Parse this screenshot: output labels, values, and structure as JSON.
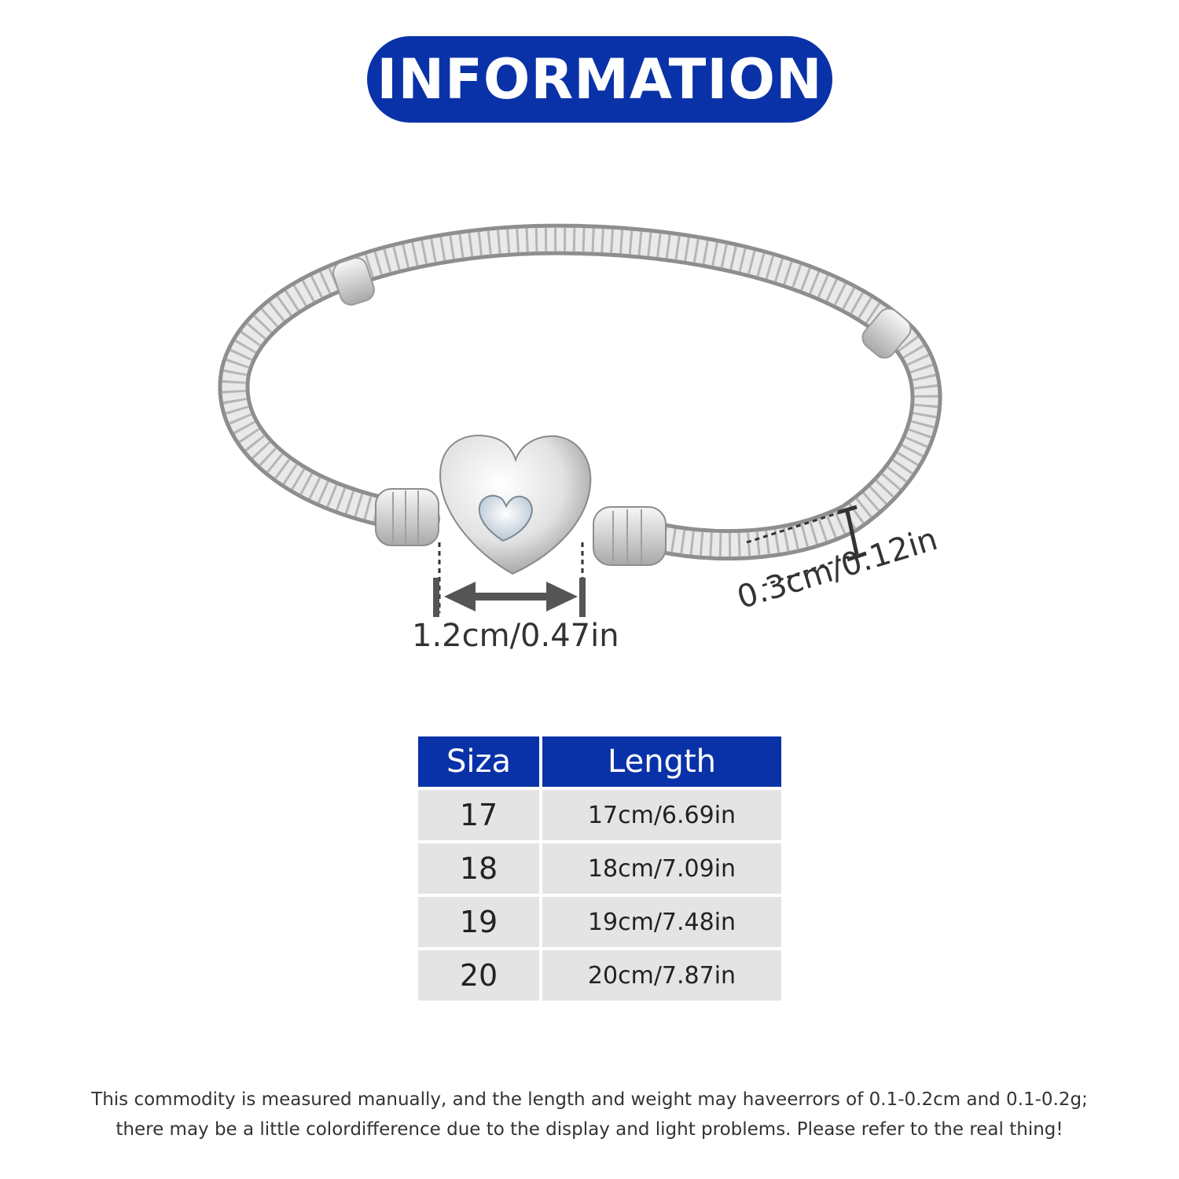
{
  "header": {
    "title": "INFORMATION"
  },
  "dimensions": {
    "clasp_width": "1.2cm/0.47in",
    "chain_thickness": "0.3cm/0.12in"
  },
  "size_table": {
    "headers": [
      "Siza",
      "Length"
    ],
    "rows": [
      {
        "size": "17",
        "length": "17cm/6.69in"
      },
      {
        "size": "18",
        "length": "18cm/7.09in"
      },
      {
        "size": "19",
        "length": "19cm/7.48in"
      },
      {
        "size": "20",
        "length": "20cm/7.87in"
      }
    ]
  },
  "disclaimer": {
    "line1": "This commodity is measured manually, and the length and weight may haveerrors of 0.1-0.2cm and 0.1-0.2g;",
    "line2": "there may be a little colordifference due to the display and light problems. Please refer to the real thing!"
  },
  "colors": {
    "accent": "#0a32a8",
    "table_cell": "#e4e4e4"
  }
}
